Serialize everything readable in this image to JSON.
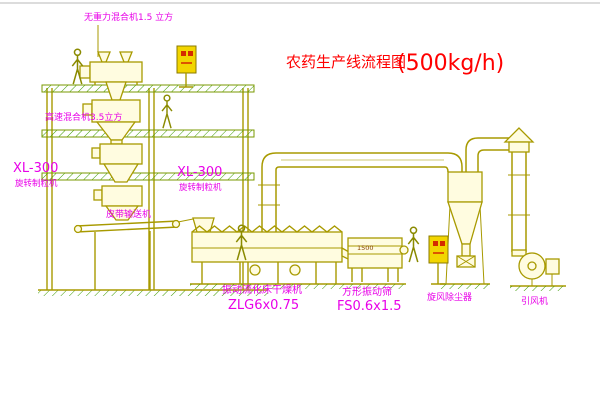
{
  "title": {
    "main": "农药生产线流程图",
    "capacity": "(500kg/h)"
  },
  "labels": {
    "gravity_mixer": "无重力混合机1.5 立方",
    "high_speed_mixer": "高速混合机3.5立方",
    "granulator_left_model": "XL-300",
    "granulator_left_name": "旋转制粒机",
    "granulator_right_model": "XL-300",
    "granulator_right_name": "旋转制粒机",
    "belt_conveyor": "皮带输送机",
    "dryer_name": "振动流化床干燥机",
    "dryer_model": "ZLG6x0.75",
    "sieve_dim": "1500",
    "sieve_name": "方形振动筛",
    "sieve_model": "FS0.6x1.5",
    "cyclone": "旋风除尘器",
    "fan": "引风机"
  },
  "colors": {
    "line_olive": "#a89a00",
    "label_magenta": "#e800e8",
    "title_red": "#ff0000",
    "hatch_green": "#3a9a00",
    "cabinet_yellow": "#f2d500",
    "background": "#ffffff"
  }
}
